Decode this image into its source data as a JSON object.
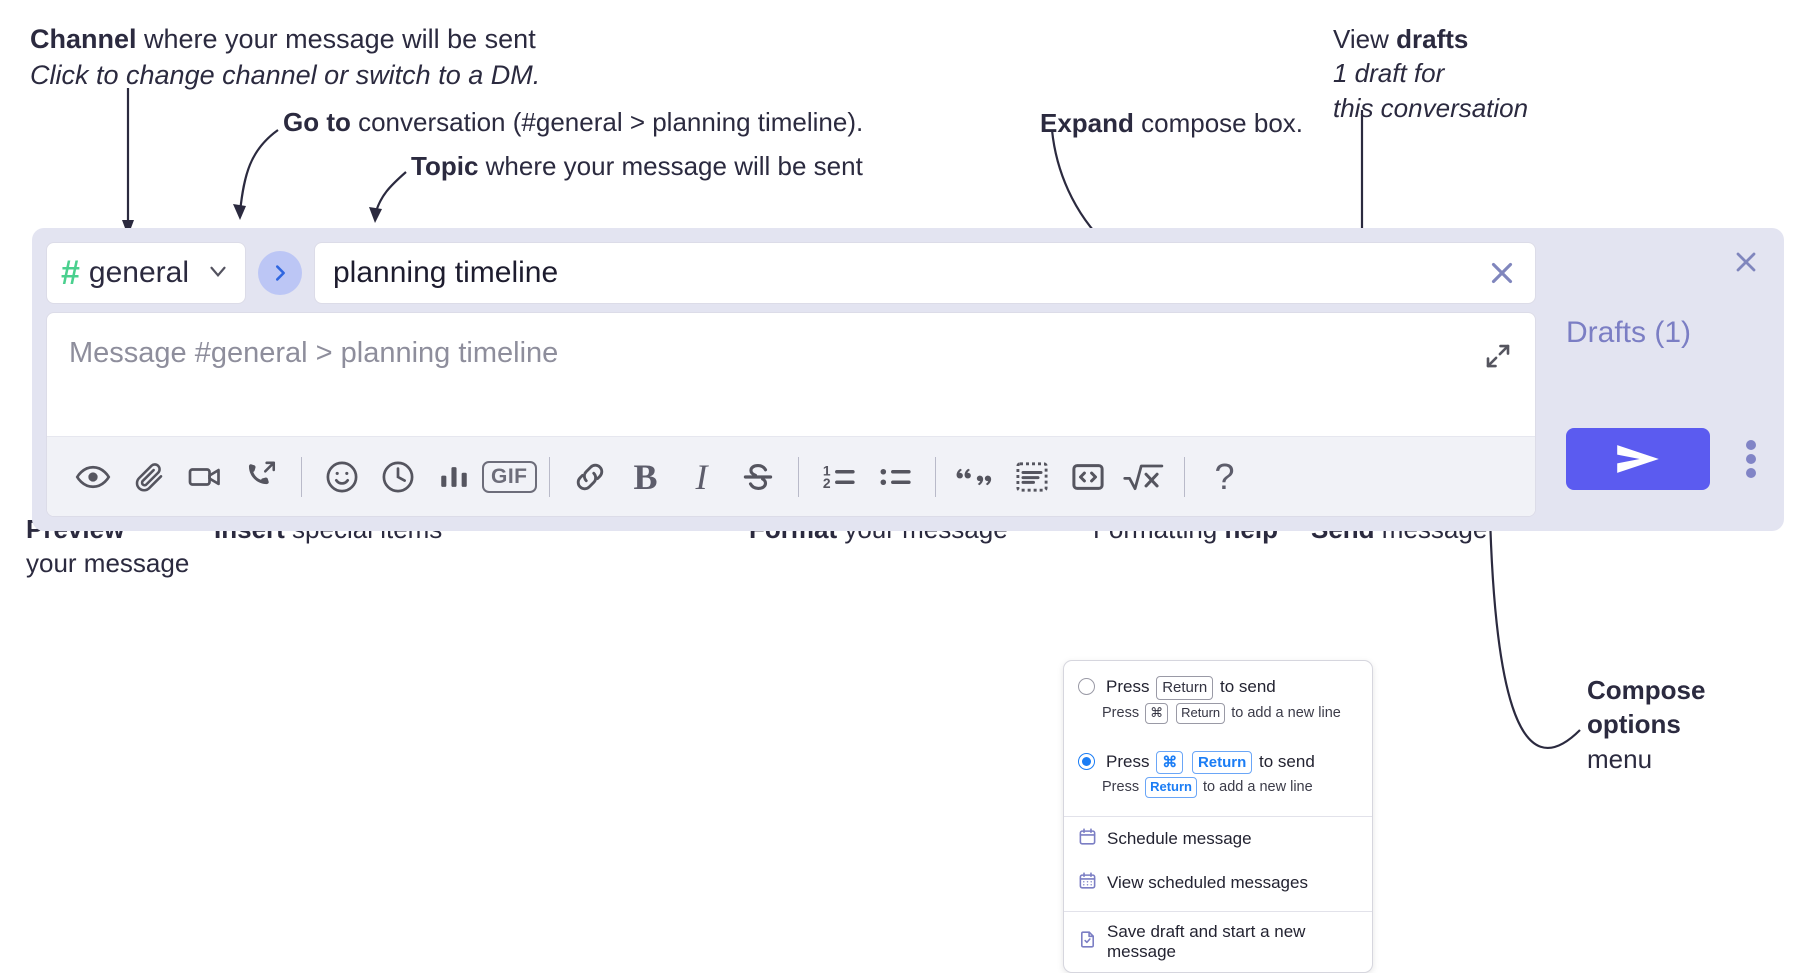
{
  "annotations": {
    "channel": {
      "bold": "Channel",
      "rest": " where your message will be sent",
      "italic": "Click to change channel or switch to a DM."
    },
    "goto": {
      "bold": "Go to",
      "rest": " conversation (#general > planning timeline)."
    },
    "topic": {
      "bold": "Topic",
      "rest": " where your message will be sent"
    },
    "expand": {
      "bold": "Expand",
      "rest": " compose box."
    },
    "drafts": {
      "pre": "View ",
      "bold": "drafts",
      "italic1": "1 draft for",
      "italic2": "this conversation"
    },
    "preview": {
      "bold": "Preview",
      "rest": "your message"
    },
    "insert": {
      "bold": "Insert",
      "rest": " special items"
    },
    "format": {
      "bold": "Format",
      "rest": " your message"
    },
    "help": {
      "pre": "Formatting ",
      "bold": "help"
    },
    "send": {
      "bold": "Send",
      "rest": " message"
    },
    "compose_options": {
      "bold1": "Compose",
      "bold2": "options",
      "rest": "menu"
    }
  },
  "compose": {
    "channel_chip": {
      "hash": "#",
      "label": "general"
    },
    "topic_value": "planning timeline",
    "message_placeholder": "Message #general > planning timeline",
    "drafts_label": "Drafts (1)",
    "toolbar": [
      {
        "name": "preview-icon",
        "label": "Preview"
      },
      {
        "name": "attachment-icon",
        "label": "Attach file"
      },
      {
        "name": "video-icon",
        "label": "Record video clip"
      },
      {
        "name": "huddle-icon",
        "label": "Start huddle"
      },
      {
        "name": "separator",
        "label": ""
      },
      {
        "name": "emoji-icon",
        "label": "Emoji"
      },
      {
        "name": "clock-icon",
        "label": "Reminder"
      },
      {
        "name": "poll-icon",
        "label": "Poll"
      },
      {
        "name": "gif-icon",
        "label": "GIF"
      },
      {
        "name": "separator",
        "label": ""
      },
      {
        "name": "link-icon",
        "label": "Link"
      },
      {
        "name": "bold-icon",
        "label": "B"
      },
      {
        "name": "italic-icon",
        "label": "I"
      },
      {
        "name": "strikethrough-icon",
        "label": "Strikethrough"
      },
      {
        "name": "separator",
        "label": ""
      },
      {
        "name": "ordered-list-icon",
        "label": "Ordered list"
      },
      {
        "name": "bulleted-list-icon",
        "label": "Bulleted list"
      },
      {
        "name": "separator",
        "label": ""
      },
      {
        "name": "blockquote-icon",
        "label": "Blockquote"
      },
      {
        "name": "code-block-icon",
        "label": "Code block"
      },
      {
        "name": "inline-code-icon",
        "label": "Code"
      },
      {
        "name": "math-icon",
        "label": "Math"
      },
      {
        "name": "separator",
        "label": ""
      },
      {
        "name": "help-icon",
        "label": "?"
      }
    ]
  },
  "options_menu": {
    "radio1": {
      "selected": false,
      "pre": "Press",
      "key": "Return",
      "post": "to send",
      "sub_pre": "Press",
      "sub_key1": "⌘",
      "sub_key2": "Return",
      "sub_post": "to add a new line"
    },
    "radio2": {
      "selected": true,
      "pre": "Press",
      "key1": "⌘",
      "key2": "Return",
      "post": "to send",
      "sub_pre": "Press",
      "sub_key": "Return",
      "sub_post": "to add a new line"
    },
    "items": [
      {
        "icon": "calendar-icon",
        "label": "Schedule message"
      },
      {
        "icon": "calendar-grid-icon",
        "label": "View scheduled messages"
      },
      {
        "icon": "save-draft-icon",
        "label": "Save draft and start a new message"
      }
    ]
  },
  "colors": {
    "accent": "#5b5bf0",
    "panel_bg": "#e3e4f1",
    "hash_green": "#4ad08e",
    "goto_blue": "#bcc6f5",
    "drafts_purple": "#7b7ec4",
    "radio_blue": "#1b7df5",
    "menu_icon_purple": "#7b7ec4",
    "text": "#2b2a3f"
  }
}
